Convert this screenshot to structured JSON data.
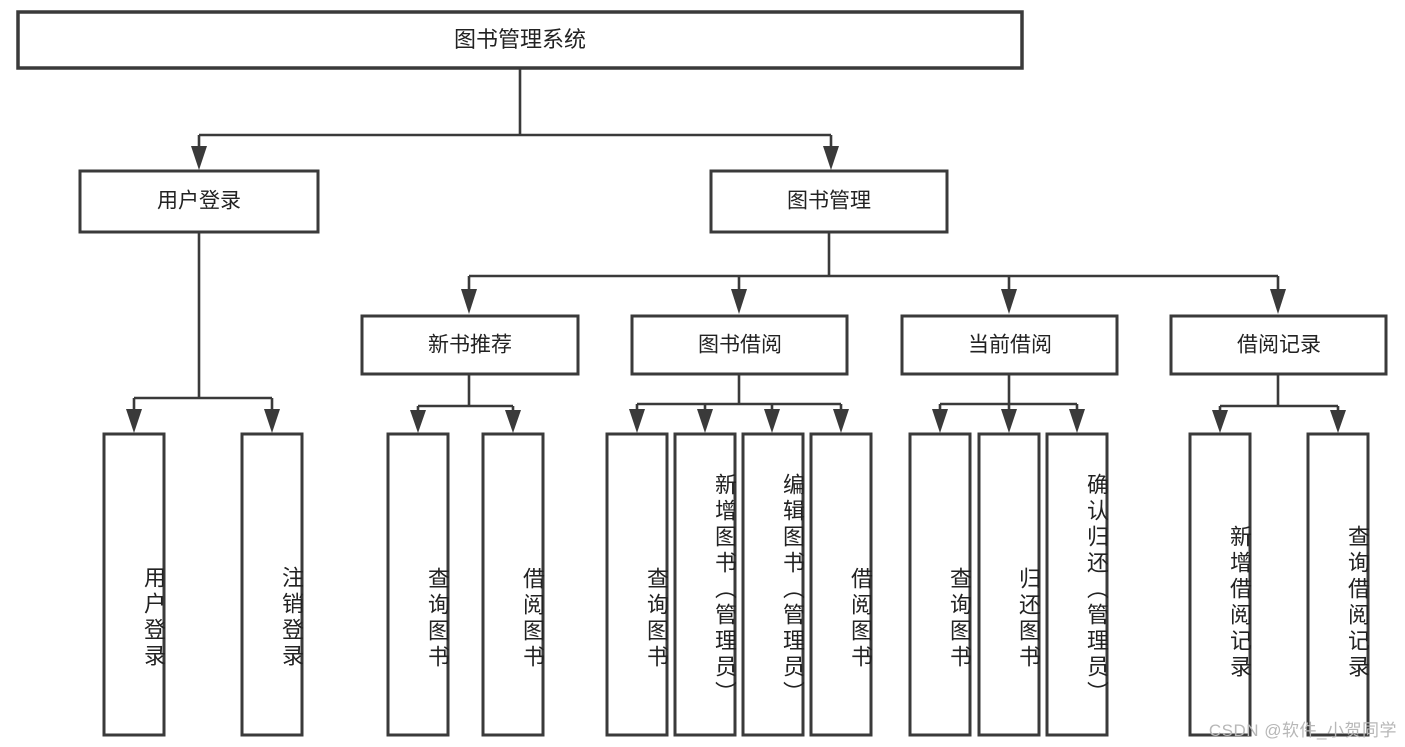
{
  "diagram": {
    "type": "tree-hierarchy",
    "orientation": "top-down",
    "title": "图书管理系统",
    "root": {
      "label": "图书管理系统",
      "level": 0
    },
    "level2": [
      {
        "label": "用户登录"
      },
      {
        "label": "图书管理"
      }
    ],
    "level3": [
      {
        "label": "新书推荐",
        "parent": "图书管理"
      },
      {
        "label": "图书借阅",
        "parent": "图书管理"
      },
      {
        "label": "当前借阅",
        "parent": "图书管理"
      },
      {
        "label": "借阅记录",
        "parent": "图书管理"
      }
    ],
    "leaves": {
      "user_login": [
        {
          "label": "用户登录"
        },
        {
          "label": "注销登录"
        }
      ],
      "new_book_recommend": [
        {
          "label": "查询图书"
        },
        {
          "label": "借阅图书"
        }
      ],
      "book_borrow": [
        {
          "label": "查询图书"
        },
        {
          "label": "新增图书（管理员）"
        },
        {
          "label": "编辑图书（管理员）"
        },
        {
          "label": "借阅图书"
        }
      ],
      "current_borrow": [
        {
          "label": "查询图书"
        },
        {
          "label": "归还图书"
        },
        {
          "label": "确认归还（管理员）"
        }
      ],
      "borrow_record": [
        {
          "label": "新增借阅记录"
        },
        {
          "label": "查询借阅记录"
        }
      ]
    },
    "colors": {
      "box_stroke": "#3a3a3a",
      "box_fill": "#ffffff",
      "text": "#222222",
      "connector": "#3a3a3a",
      "background": "#ffffff",
      "watermark": "#b7b7b7"
    }
  },
  "watermark": {
    "text": "CSDN @软件_小贺同学"
  }
}
